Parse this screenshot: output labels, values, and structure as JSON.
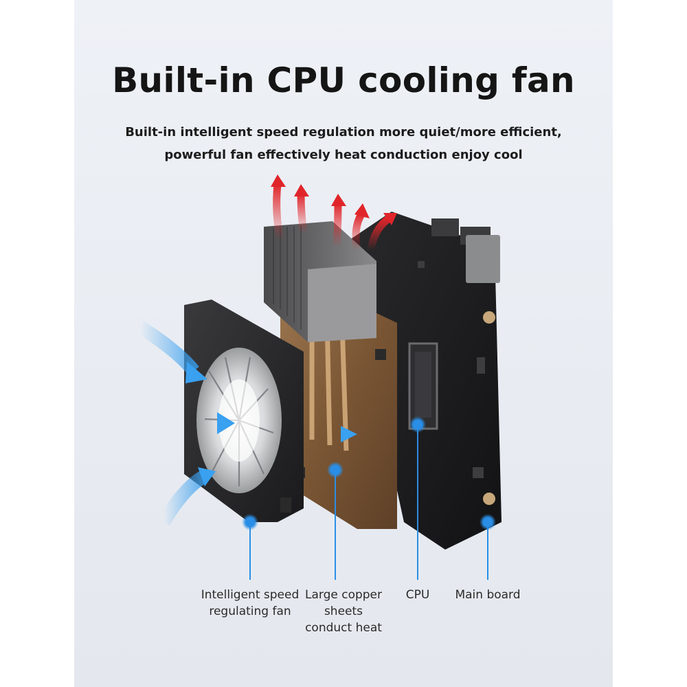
{
  "header": {
    "title": "Built-in CPU cooling fan",
    "subtitle_lines": [
      "Built-in intelligent speed regulation more quiet/more efficient,",
      "powerful fan effectively heat conduction enjoy cool"
    ]
  },
  "callouts": {
    "fan": {
      "lines": [
        "Intelligent speed",
        "regulating fan"
      ]
    },
    "copper": {
      "lines": [
        "Large copper",
        "sheets",
        "conduct heat"
      ]
    },
    "cpu": {
      "lines": [
        "CPU"
      ]
    },
    "board": {
      "lines": [
        "Main board"
      ]
    }
  },
  "colors": {
    "accent_blue": "#2a8ee6",
    "heat_red": "#e0252a",
    "copper": "#8a6440",
    "board": "#1c1c1e"
  },
  "icons": [
    "hot-air-arrow-icon",
    "cool-air-arrow-icon",
    "callout-dot-icon"
  ]
}
